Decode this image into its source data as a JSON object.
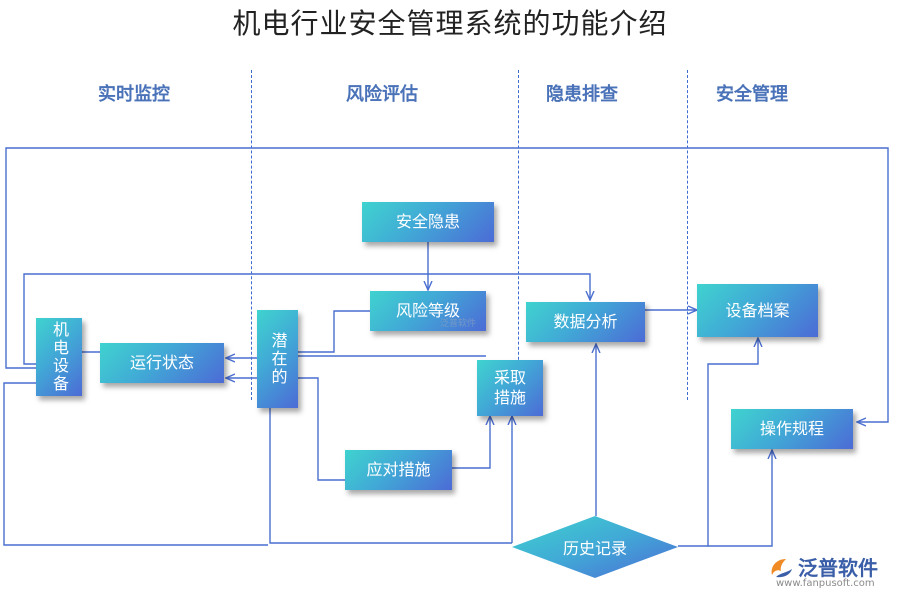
{
  "title": "机电行业安全管理系统的功能介绍",
  "columns": [
    "实时监控",
    "风险评估",
    "隐患排查",
    "安全管理"
  ],
  "nodes": {
    "jidian": "机电设备",
    "yunxing": "运行状态",
    "qianzai": "潜在的",
    "anquan_yinhuan": "安全隐患",
    "fengxian_dengji": "风险等级",
    "yingdui": "应对措施",
    "caiqu": "采取措施",
    "shuju": "数据分析",
    "lishi": "历史记录",
    "shebei": "设备档案",
    "caozuo": "操作规程"
  },
  "watermark": "泛普软件",
  "logo": {
    "name": "泛普软件",
    "url": "www.fanpusoft.com"
  },
  "colors": {
    "line": "#4a6fd0",
    "header": "#4a72b8",
    "node_start": "#3fd3cf",
    "node_end": "#4c6bd6"
  }
}
